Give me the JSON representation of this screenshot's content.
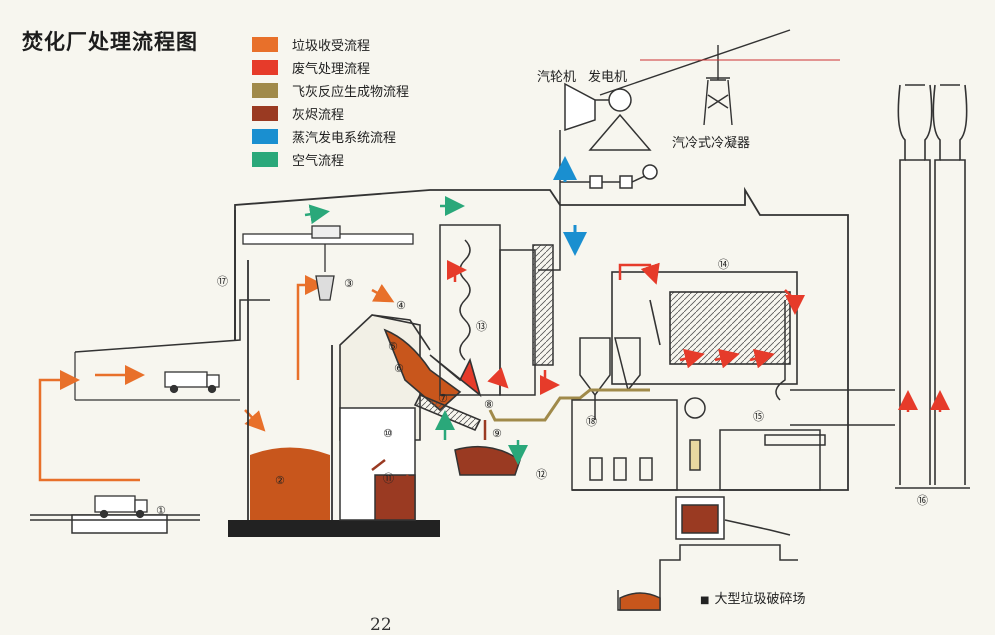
{
  "title": "焚化厂处理流程图",
  "legend": [
    {
      "label": "垃圾收受流程",
      "color": "#e8702a"
    },
    {
      "label": "废气处理流程",
      "color": "#e63b2a"
    },
    {
      "label": "飞灰反应生成物流程",
      "color": "#a08a4a"
    },
    {
      "label": "灰烬流程",
      "color": "#9a3a22"
    },
    {
      "label": "蒸汽发电系统流程",
      "color": "#1a8fd0"
    },
    {
      "label": "空气流程",
      "color": "#2aa87a"
    }
  ],
  "labels": {
    "turbine": "汽轮机",
    "generator": "发电机",
    "condenser": "汽冷式冷凝器",
    "shredder": "大型垃圾破碎场"
  },
  "page_number": "22",
  "markers": [
    "①",
    "②",
    "③",
    "④",
    "⑤",
    "⑥",
    "⑦",
    "⑧",
    "⑨",
    "⑩",
    "⑪",
    "⑫",
    "⑬",
    "⑭",
    "⑮",
    "⑯",
    "⑰",
    "⑱"
  ],
  "colors": {
    "line": "#333333",
    "garbage": "#c8561c",
    "waste_gas": "#e63b2a",
    "steam": "#1a8fd0",
    "air": "#2aa87a",
    "fly_ash": "#a08a4a"
  }
}
